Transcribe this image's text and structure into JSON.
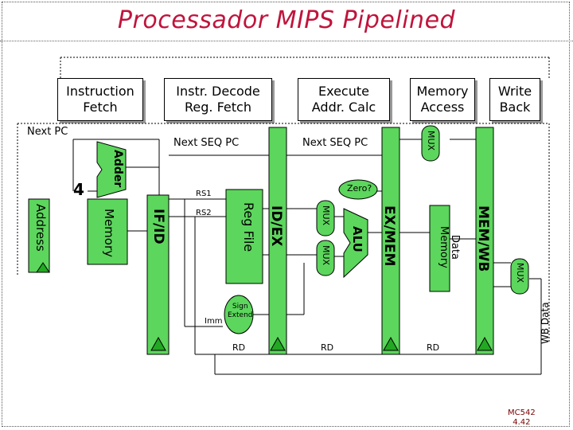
{
  "title": "Processador MIPS Pipelined",
  "stages": {
    "fetch": "Instruction\nFetch",
    "decode": "Instr. Decode\nReg. Fetch",
    "execute": "Execute\nAddr. Calc",
    "memory": "Memory\nAccess",
    "writeback": "Write\nBack"
  },
  "labels": {
    "next_pc": "Next PC",
    "next_seq_pc_1": "Next SEQ PC",
    "next_seq_pc_2": "Next SEQ PC",
    "adder": "Adder",
    "four": "4",
    "address": "Address",
    "memory": "Memory",
    "rs1": "RS1",
    "rs2": "RS2",
    "reg_file": "Reg File",
    "zero": "Zero?",
    "alu": "ALU",
    "data_memory": "Data\nMemory",
    "imm": "Imm",
    "sign_extend": "Sign\nExtend",
    "rd1": "RD",
    "rd2": "RD",
    "rd3": "RD",
    "wb_data": "WB Data",
    "mux_top": "MUX",
    "mux_alu_a": "MUX",
    "mux_alu_b": "MUX",
    "mux_wb": "MUX"
  },
  "registers": {
    "if_id": "IF/ID",
    "id_ex": "ID/EX",
    "ex_mem": "EX/MEM",
    "mem_wb": "MEM/WB"
  },
  "page_number": "MC542\n4.42",
  "colors": {
    "title": "#c0143c",
    "component_fill": "#5cd65c",
    "arrow_fill": "#22a822"
  }
}
